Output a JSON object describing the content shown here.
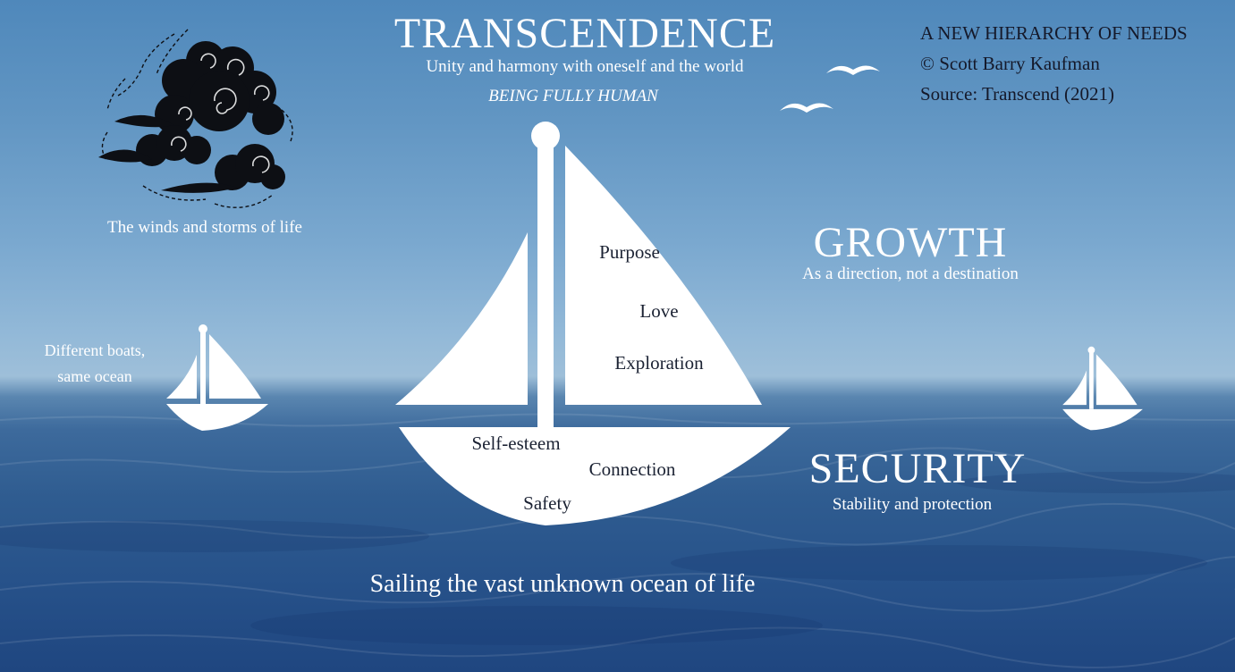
{
  "credits": {
    "line1": "A NEW HIERARCHY OF NEEDS",
    "line2": "© Scott Barry Kaufman",
    "line3": "Source: Transcend (2021)"
  },
  "transcendence": {
    "title": "TRANSCENDENCE",
    "subtitle": "Unity and harmony with oneself and the world",
    "tagline": "BEING FULLY HUMAN"
  },
  "storm": {
    "caption": "The winds and storms of life"
  },
  "growth": {
    "title": "GROWTH",
    "subtitle": "As a direction, not a destination"
  },
  "security": {
    "title": "SECURITY",
    "subtitle": "Stability and protection"
  },
  "left_caption": {
    "line1": "Different boats,",
    "line2": "same ocean"
  },
  "sail_needs": [
    "Purpose",
    "Love",
    "Exploration"
  ],
  "hull_needs": [
    "Self-esteem",
    "Connection",
    "Safety"
  ],
  "footer": {
    "caption": "Sailing the vast unknown ocean of life"
  },
  "colors": {
    "sky": "#4f88bb",
    "ocean": "#27528a",
    "shapes": "#ffffff",
    "storm": "#0d0f14"
  }
}
